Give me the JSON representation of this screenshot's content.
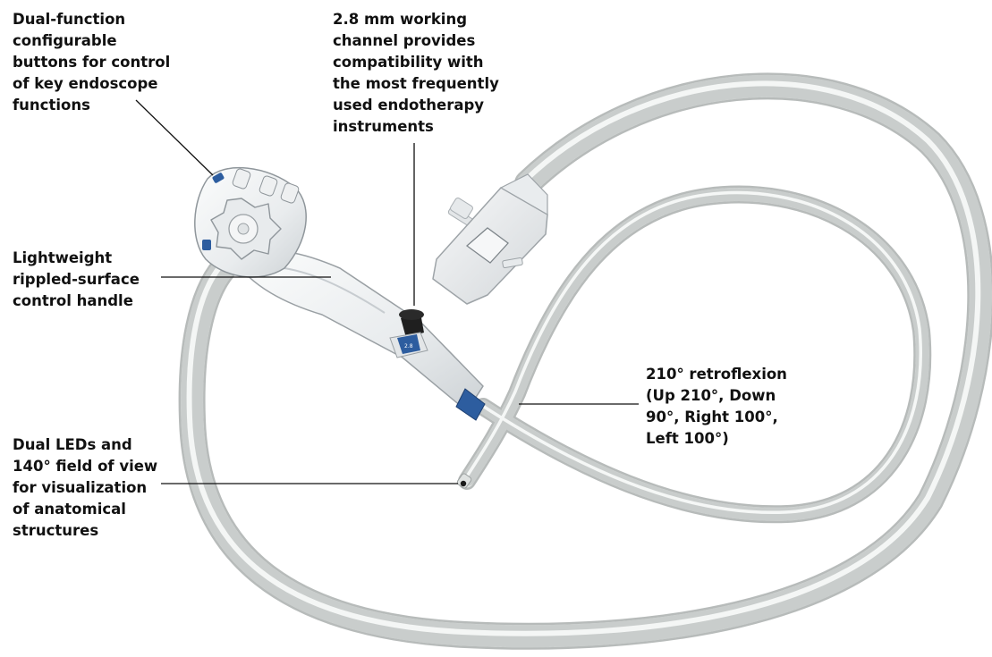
{
  "labels": {
    "buttons": "Dual-function\nconfigurable\nbuttons for control\nof key endoscope\nfunctions",
    "channel": "2.8 mm working\nchannel provides\ncompatibility with\nthe most frequently\nused endotherapy\ninstruments",
    "handle": "Lightweight\nrippled-surface\ncontrol handle",
    "retroflexion": "210° retroflexion\n(Up 210°, Down\n90°, Right 100°,\nLeft 100°)",
    "leds": "Dual LEDs and\n140° field of view\nfor visualization\nof anatomical\nstructures"
  },
  "device_marking": "2.8",
  "colors": {
    "tube": "#dcdfde",
    "tube_shadow": "#b9bdbc",
    "body": "#eef0f1",
    "accent_blue": "#2d5d9f",
    "leader_line": "#111111",
    "text": "#111111"
  }
}
